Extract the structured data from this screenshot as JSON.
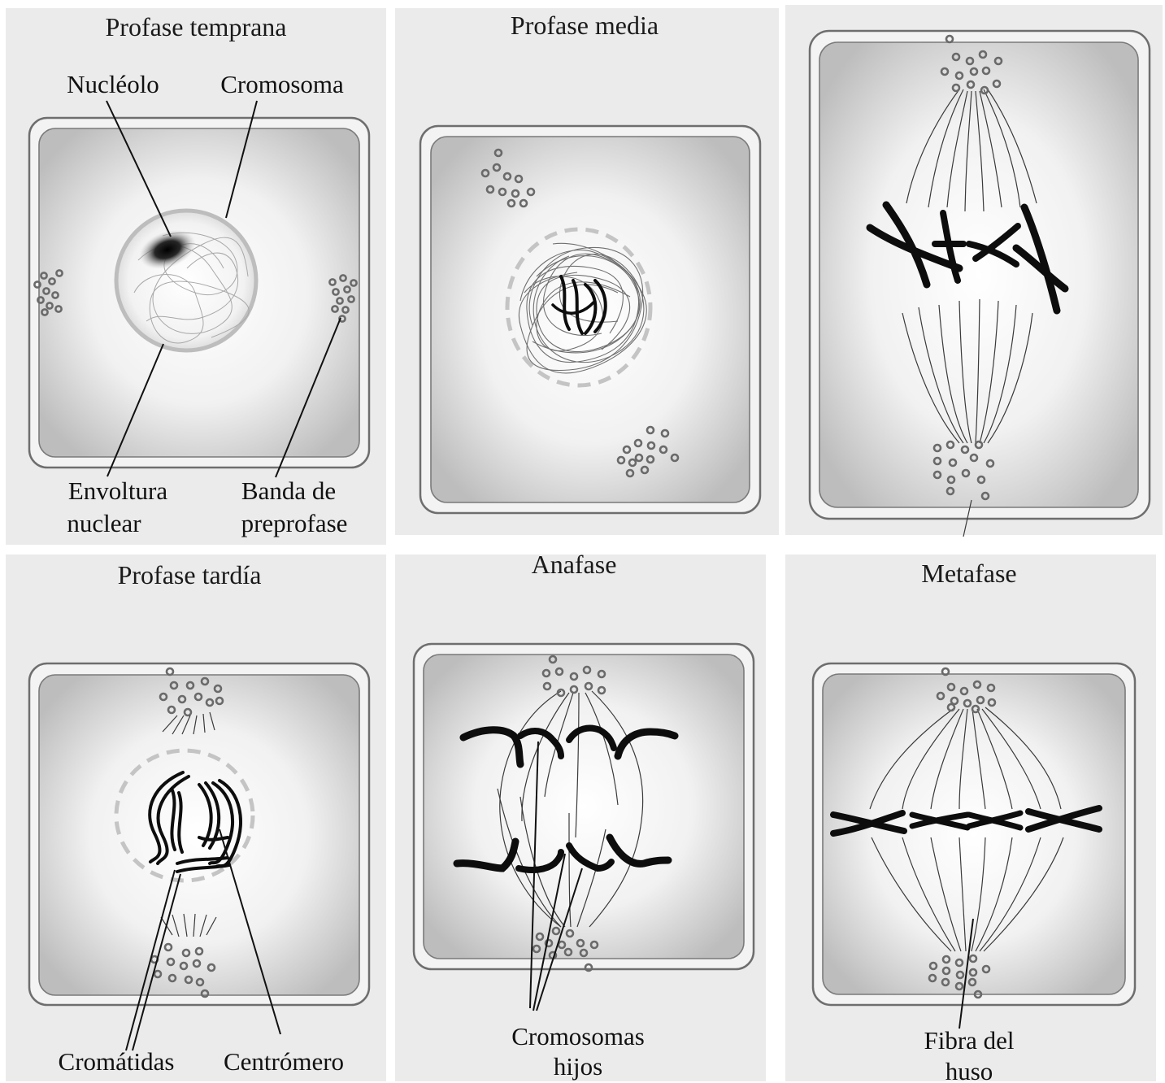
{
  "panels": {
    "profase_temprana": {
      "title": "Profase temprana",
      "labels": {
        "nucleolo": "Nucléolo",
        "cromosoma": "Cromosoma",
        "envoltura_1": "Envoltura",
        "envoltura_2": "nuclear",
        "banda_1": "Banda de",
        "banda_2": "preprofase"
      }
    },
    "profase_media": {
      "title": "Profase media"
    },
    "metafase_top": {
      "title": ""
    },
    "profase_tardia": {
      "title": "Profase tardía",
      "labels": {
        "cromatidas": "Cromátidas",
        "centromero": "Centrómero"
      }
    },
    "anafase": {
      "title": "Anafase",
      "labels": {
        "cromosomas_1": "Cromosomas",
        "cromosomas_2": "hijos"
      }
    },
    "metafase": {
      "title": "Metafase",
      "labels": {
        "fibra_1": "Fibra del",
        "fibra_2": "huso"
      }
    }
  },
  "colors": {
    "panel_background": "#ebebeb",
    "cell_wall": "#f3f3f3",
    "chromosome": "#0d0d0d",
    "vesicle": "#6a6a6a"
  }
}
